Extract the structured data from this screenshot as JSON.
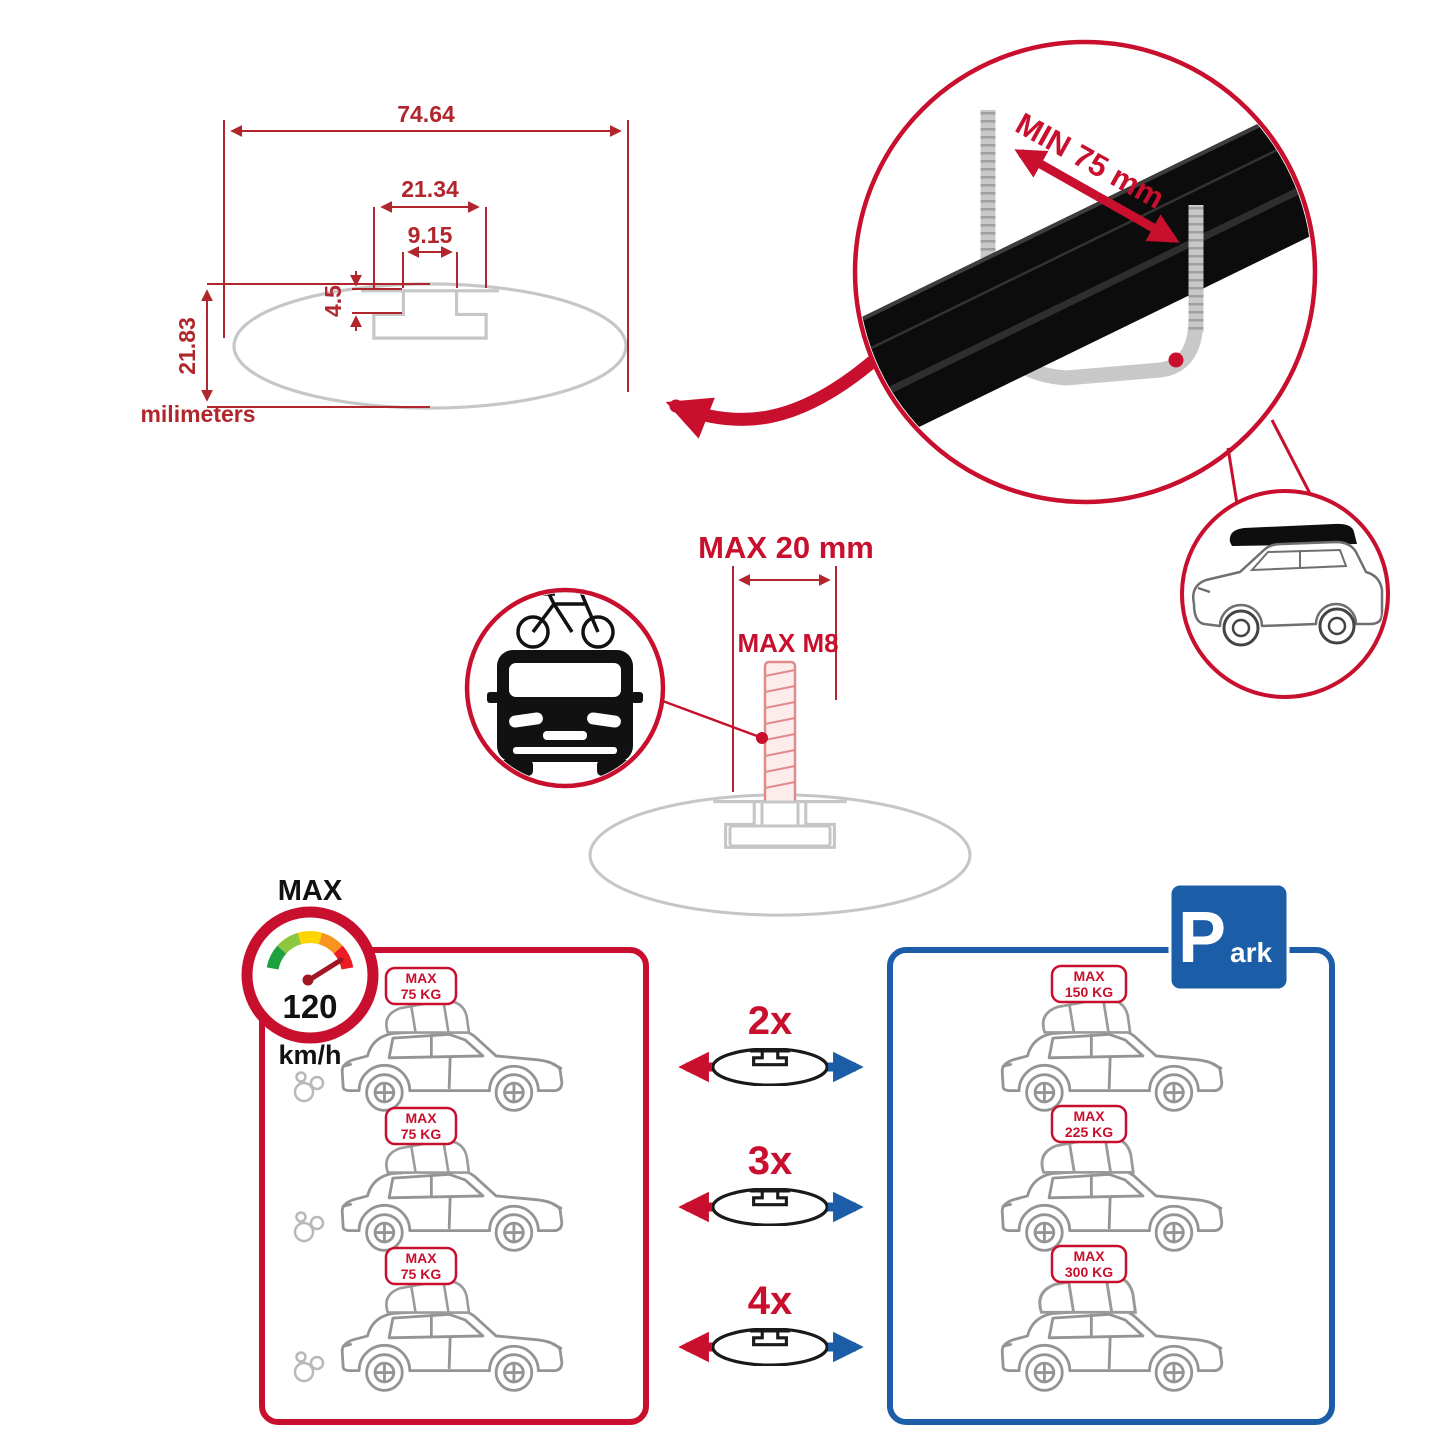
{
  "colors": {
    "red": "#c8102e",
    "dim_red": "#b0262c",
    "blue": "#1c5da8",
    "light_gray": "#c6c6c6",
    "bar_black": "#0c0c0c"
  },
  "dimensions": {
    "total_width": "74.64",
    "channel_outer_width": "21.34",
    "channel_inner_width": "9.15",
    "slot_depth": "4.5",
    "total_height": "21.83",
    "units": "milimeters"
  },
  "clamp": {
    "min_label": "MIN 75 mm"
  },
  "bolt": {
    "max_length": "MAX 20 mm",
    "max_thread": "MAX M8"
  },
  "speed": {
    "label": "MAX",
    "value": "120",
    "units": "km/h"
  },
  "park": {
    "letter": "P",
    "rest": "ark"
  },
  "capacity_rows": [
    {
      "multiplier": "2x",
      "moving_max": "MAX",
      "moving_kg": "75 KG",
      "parked_max": "MAX",
      "parked_kg": "150 KG"
    },
    {
      "multiplier": "3x",
      "moving_max": "MAX",
      "moving_kg": "75 KG",
      "parked_max": "MAX",
      "parked_kg": "225 KG"
    },
    {
      "multiplier": "4x",
      "moving_max": "MAX",
      "moving_kg": "75 KG",
      "parked_max": "MAX",
      "parked_kg": "300 KG"
    }
  ]
}
